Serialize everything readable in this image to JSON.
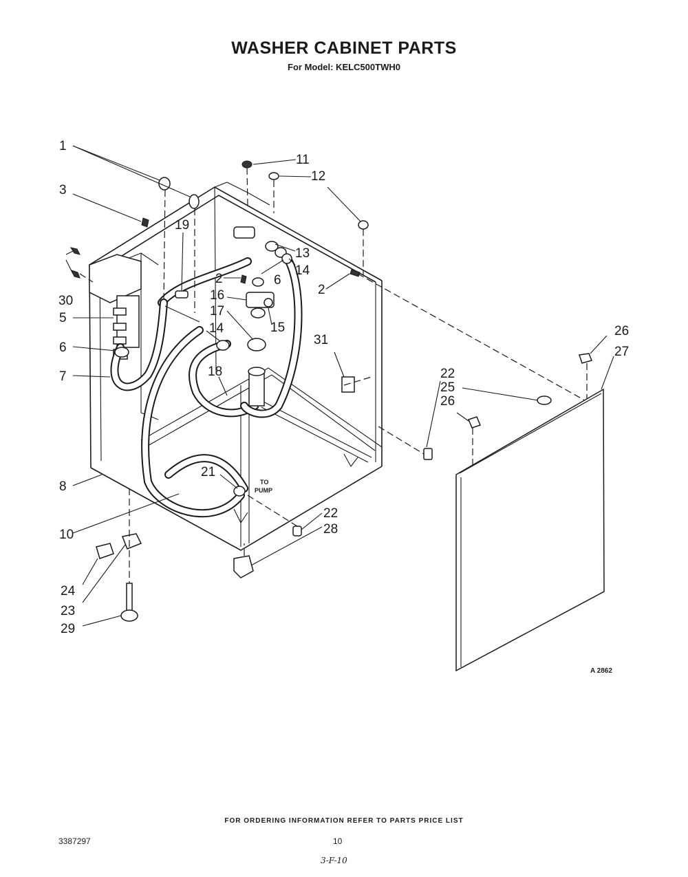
{
  "page": {
    "title": "WASHER CABINET PARTS",
    "subtitle": "For Model: KELC500TWH0",
    "footer": "FOR ORDERING INFORMATION REFER TO PARTS PRICE LIST",
    "doc_number": "3387297",
    "page_number": "10",
    "handwritten_note": "3-F-10",
    "figure_code": "A 2862"
  },
  "callouts": {
    "c1": "1",
    "c2a": "2",
    "c2b": "2",
    "c3": "3",
    "c5": "5",
    "c6a": "6",
    "c6b": "6",
    "c7": "7",
    "c8": "8",
    "c10": "10",
    "c11": "11",
    "c12": "12",
    "c13": "13",
    "c14a": "14",
    "c14b": "14",
    "c15": "15",
    "c16": "16",
    "c17": "17",
    "c18": "18",
    "c19": "19",
    "c21": "21",
    "c22a": "22",
    "c22b": "22",
    "c23": "23",
    "c24": "24",
    "c25": "25",
    "c26a": "26",
    "c26b": "26",
    "c27": "27",
    "c28": "28",
    "c29": "29",
    "c30": "30",
    "c31": "31"
  },
  "pump_note": {
    "line1": "TO",
    "line2": "PUMP"
  }
}
